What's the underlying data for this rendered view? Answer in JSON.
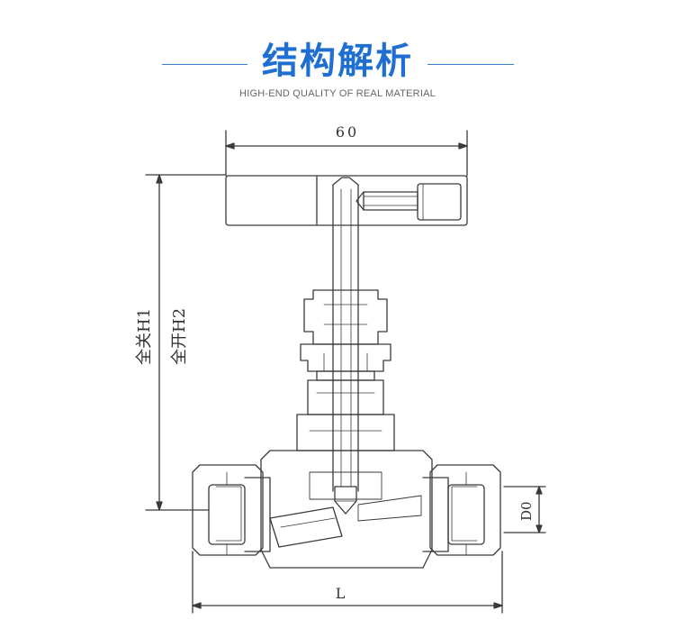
{
  "header": {
    "title": "结构解析",
    "subtitle": "HIGH-END QUALITY OF REAL MATERIAL"
  },
  "drawing": {
    "dim_width": "60",
    "dim_length": "L",
    "dim_port": "D0",
    "dim_height_closed": "全关H1",
    "dim_height_open": "全开H2"
  },
  "colors": {
    "accent": "#1f6fd2",
    "line": "#3a3a3a"
  }
}
